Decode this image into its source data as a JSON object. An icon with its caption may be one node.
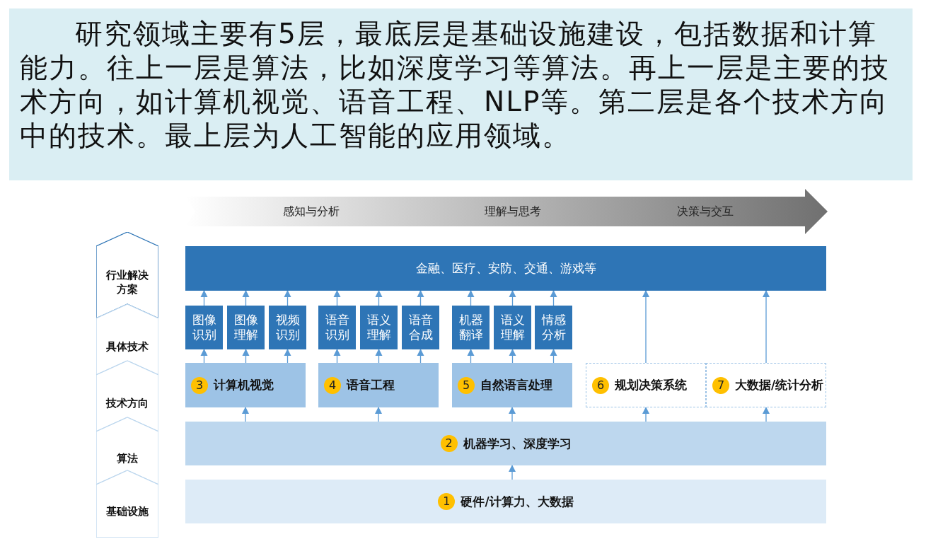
{
  "diagram": {
    "nodes": [
      {
        "text": [
          "研究领域主要有5层，最底层是基础设施建设，包括数据和计算能力。往上一层是算法，比如深度学习等算法。再上一层是主要的技术方向，如计算机视觉、语音工程、NLP等。第二层是各个技术方向中的技术。最上层为人工智能的应用领域。"
        ]
      },
      {
        "text": [
          "行业解决方案"
        ]
      },
      {
        "text": [
          "具体技术"
        ]
      },
      {
        "text": [
          "技术方向"
        ]
      },
      {
        "text": [
          "算法"
        ]
      },
      {
        "text": [
          "基础设施"
        ]
      },
      {
        "text": [
          "感知与分析",
          "理解与思考",
          "决策与交互"
        ]
      },
      {
        "text": [
          "金融、医疗、安防、交通、游戏等"
        ]
      },
      {
        "text": [
          "图像识别"
        ]
      },
      {
        "text": [
          "图像理解"
        ]
      },
      {
        "text": [
          "视频识别"
        ]
      },
      {
        "text": [
          "语音识别"
        ]
      },
      {
        "text": [
          "语义理解"
        ]
      },
      {
        "text": [
          "语音合成"
        ]
      },
      {
        "text": [
          "机器翻译"
        ]
      },
      {
        "text": [
          "语义理解"
        ]
      },
      {
        "text": [
          "情感分析"
        ]
      },
      {
        "text": [
          "3",
          "计算机视觉"
        ]
      },
      {
        "text": [
          "4",
          "语音工程"
        ]
      },
      {
        "text": [
          "5",
          "自然语言处理"
        ]
      },
      {
        "text": [
          "6",
          "规划决策系统"
        ]
      },
      {
        "text": [
          "7",
          "大数据/统计分析"
        ]
      },
      {
        "text": [
          "2",
          "机器学习、深度学习"
        ]
      },
      {
        "text": [
          "1",
          "硬件/计算力、大数据"
        ]
      }
    ],
    "edges": [
      {
        "from": 8,
        "to": 7,
        "arrow": "to"
      },
      {
        "from": 9,
        "to": 7,
        "arrow": "to"
      },
      {
        "from": 10,
        "to": 7,
        "arrow": "to"
      },
      {
        "from": 11,
        "to": 7,
        "arrow": "to"
      },
      {
        "from": 12,
        "to": 7,
        "arrow": "to"
      },
      {
        "from": 13,
        "to": 7,
        "arrow": "to"
      },
      {
        "from": 14,
        "to": 7,
        "arrow": "to"
      },
      {
        "from": 15,
        "to": 7,
        "arrow": "to"
      },
      {
        "from": 16,
        "to": 7,
        "arrow": "to"
      },
      {
        "from": 20,
        "to": 7,
        "arrow": "to"
      },
      {
        "from": 21,
        "to": 7,
        "arrow": "to"
      },
      {
        "from": 17,
        "to": 8,
        "arrow": "to"
      },
      {
        "from": 17,
        "to": 9,
        "arrow": "to"
      },
      {
        "from": 17,
        "to": 10,
        "arrow": "to"
      },
      {
        "from": 18,
        "to": 11,
        "arrow": "to"
      },
      {
        "from": 18,
        "to": 12,
        "arrow": "to"
      },
      {
        "from": 18,
        "to": 13,
        "arrow": "to"
      },
      {
        "from": 19,
        "to": 14,
        "arrow": "to"
      },
      {
        "from": 19,
        "to": 15,
        "arrow": "to"
      },
      {
        "from": 19,
        "to": 16,
        "arrow": "to"
      },
      {
        "from": 22,
        "to": 17,
        "arrow": "to"
      },
      {
        "from": 22,
        "to": 18,
        "arrow": "to"
      },
      {
        "from": 22,
        "to": 19,
        "arrow": "to"
      },
      {
        "from": 22,
        "to": 20,
        "arrow": "to"
      },
      {
        "from": 22,
        "to": 21,
        "arrow": "to"
      },
      {
        "from": 23,
        "to": 22,
        "arrow": "to"
      }
    ]
  }
}
